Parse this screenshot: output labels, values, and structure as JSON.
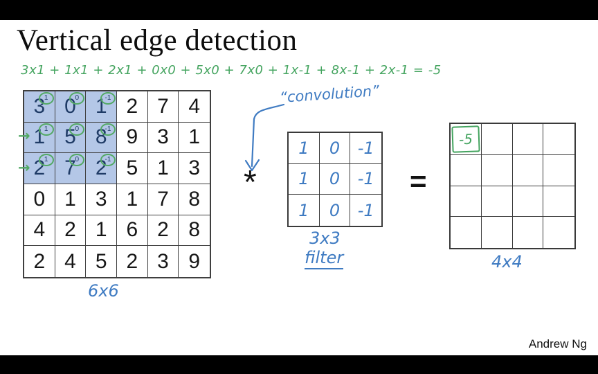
{
  "title": "Vertical edge detection",
  "equation": "3x1 + 1x1  + 2x1 + 0x0 + 5x0 + 7x0 + 1x-1 + 8x-1 + 2x-1  =  -5",
  "annotation": "“convolution”",
  "operator": "*",
  "equals": "=",
  "input_grid": {
    "size_label": "6x6",
    "rows": [
      [
        3,
        0,
        1,
        2,
        7,
        4
      ],
      [
        1,
        5,
        8,
        9,
        3,
        1
      ],
      [
        2,
        7,
        2,
        5,
        1,
        3
      ],
      [
        0,
        1,
        3,
        1,
        7,
        8
      ],
      [
        4,
        2,
        1,
        6,
        2,
        8
      ],
      [
        2,
        4,
        5,
        2,
        3,
        9
      ]
    ],
    "highlight_region": "rows 1-3, columns 1-3",
    "superscripts": [
      "1",
      "0",
      "-1"
    ],
    "row_pointer_glyph": "→"
  },
  "filter_grid": {
    "size_label": "3x3",
    "name_label": "filter",
    "rows": [
      [
        "1",
        "0",
        "-1"
      ],
      [
        "1",
        "0",
        "-1"
      ],
      [
        "1",
        "0",
        "-1"
      ]
    ]
  },
  "output_grid": {
    "size_label": "4x4",
    "first_value": "-5"
  },
  "footer": {
    "author": "Andrew Ng"
  },
  "colors": {
    "handwriting_green": "#44a45f",
    "handwriting_blue": "#3f7bc2",
    "highlight_fill": "#b4c7e7",
    "highlight_text": "#1f3b66",
    "grid_line": "#3a3a3a"
  }
}
